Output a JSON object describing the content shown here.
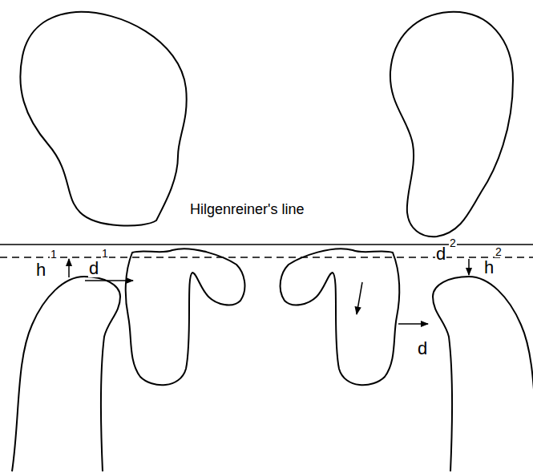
{
  "diagram": {
    "labels": [
      "Hilgenreiner's line",
      "h",
      "1",
      "d",
      "1",
      "d",
      "2",
      "h",
      "2",
      "d"
    ]
  }
}
